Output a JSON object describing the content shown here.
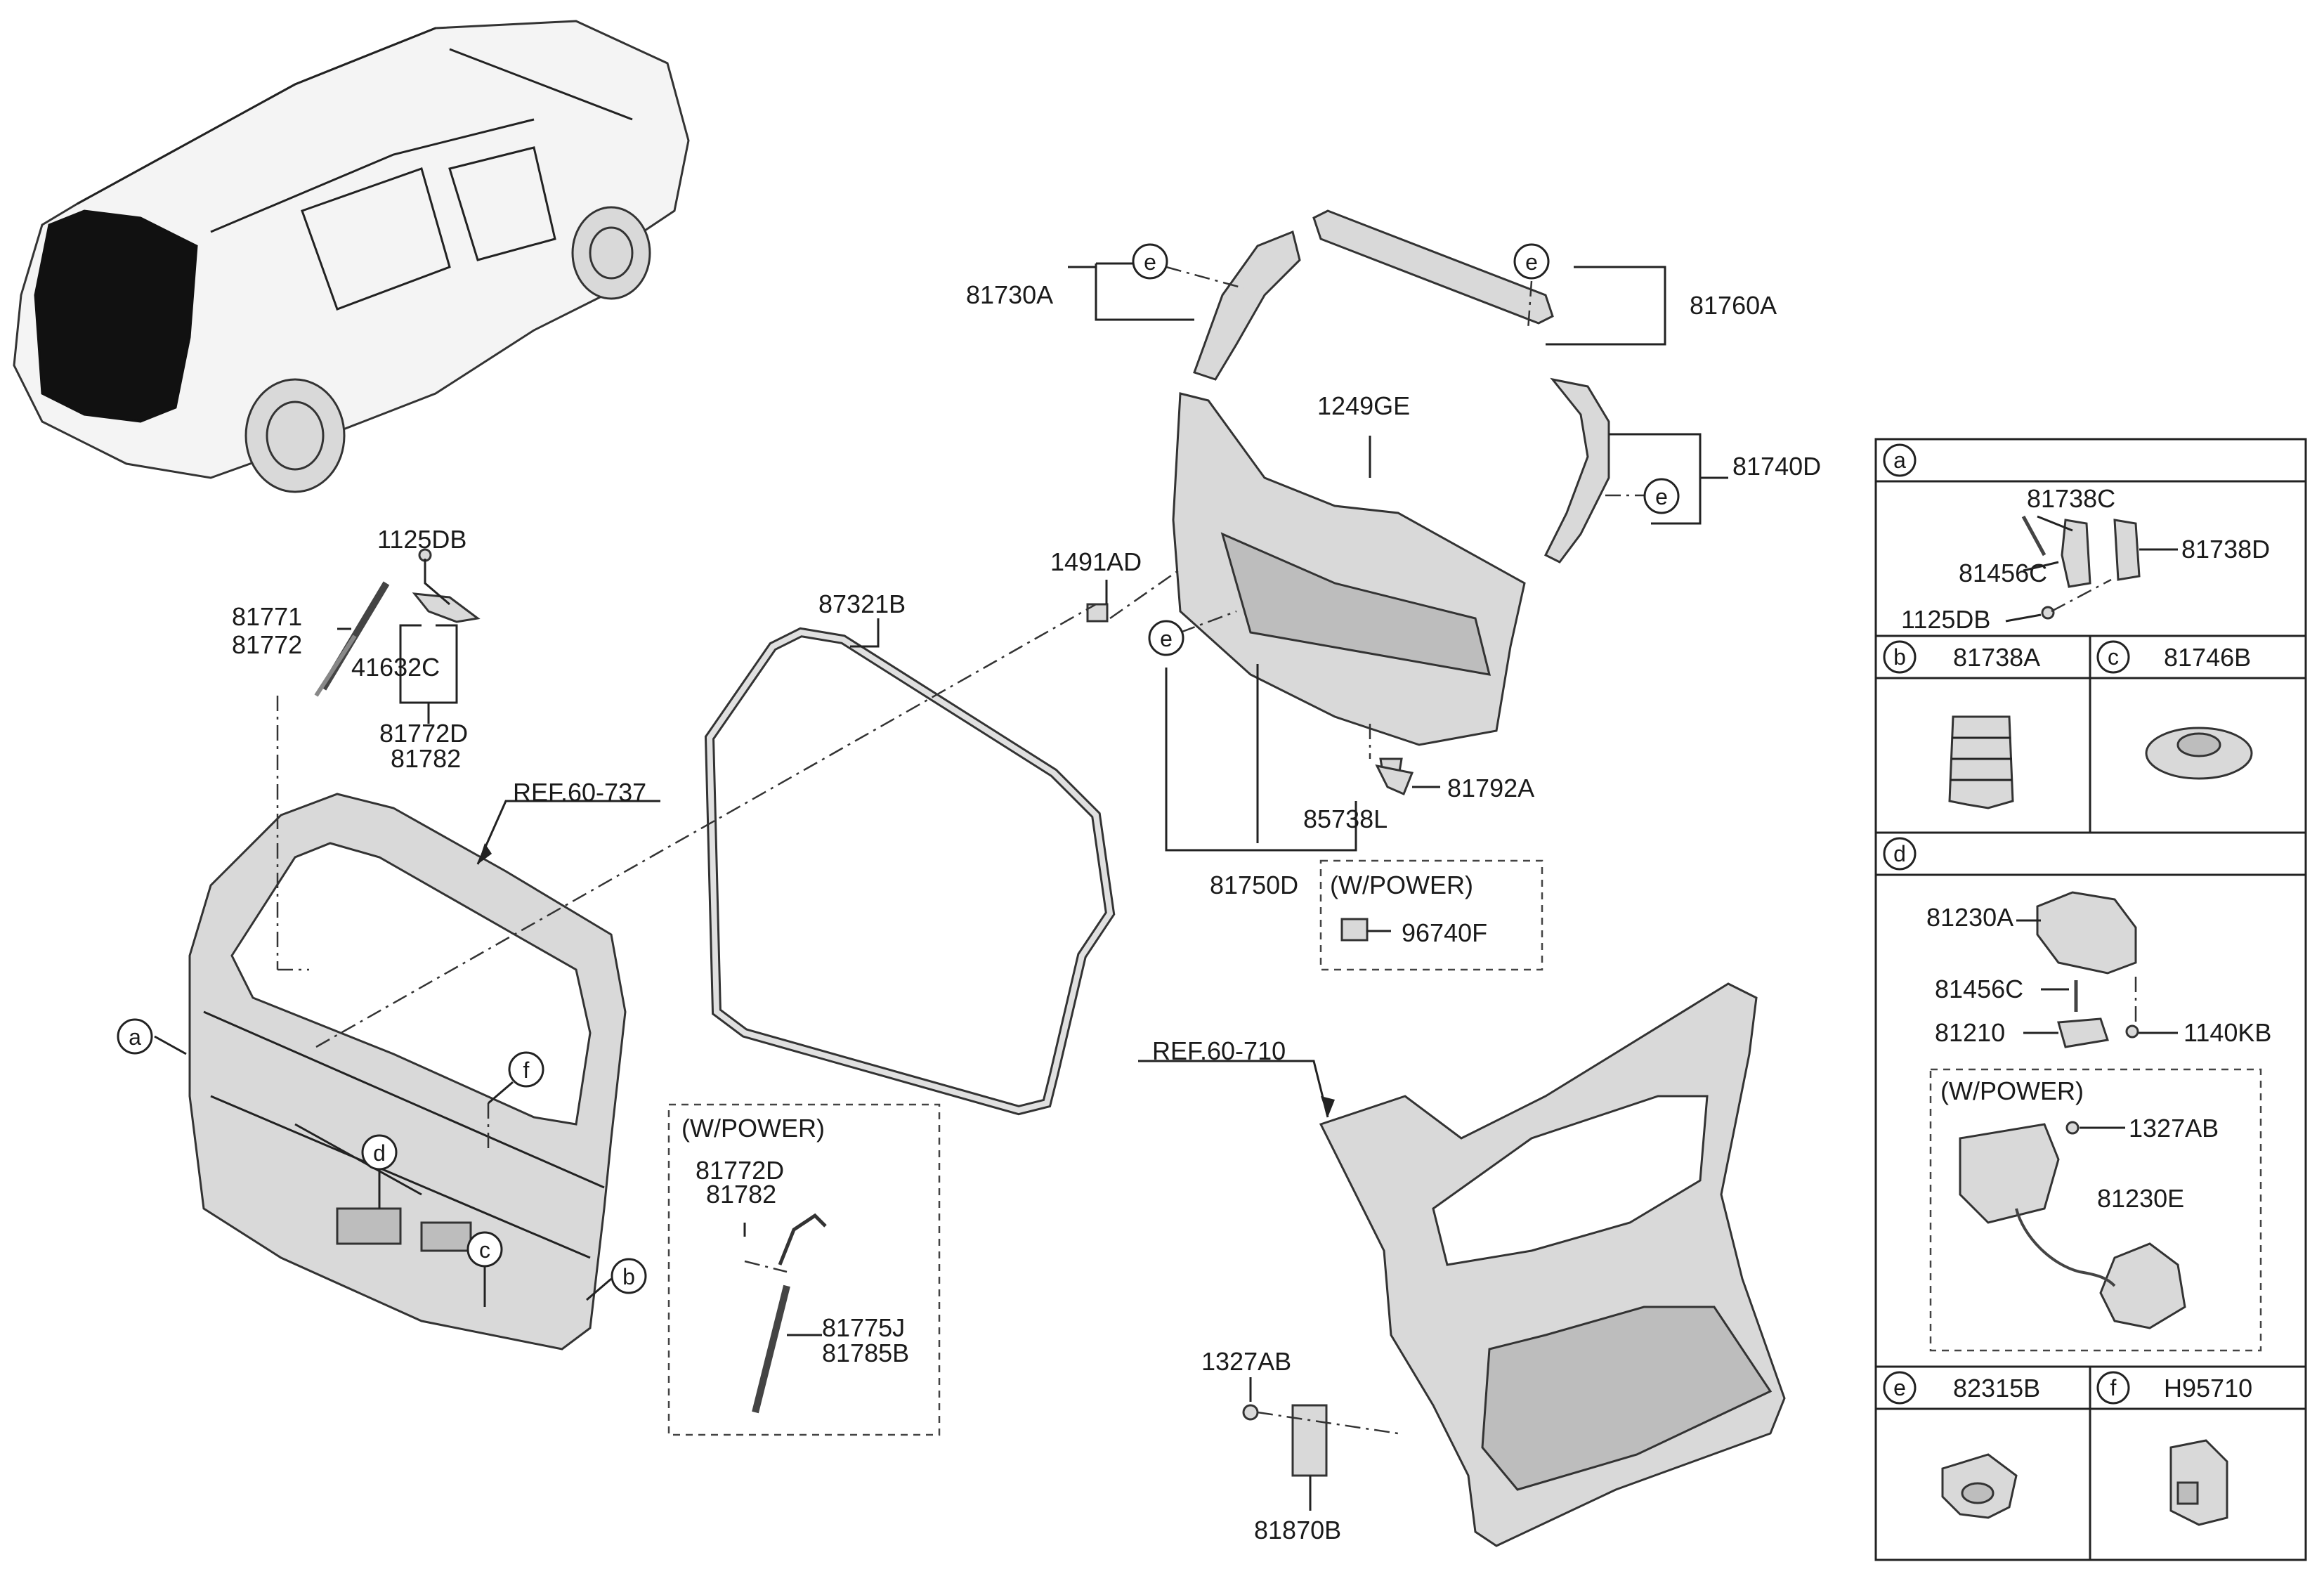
{
  "parts": {
    "p81730A": "81730A",
    "p81760A": "81760A",
    "p1249GE": "1249GE",
    "p81740D": "81740D",
    "p1491AD": "1491AD",
    "p87321B": "87321B",
    "p1125DB": "1125DB",
    "p81771": "81771",
    "p81772": "81772",
    "p41632C": "41632C",
    "p81772D": "81772D",
    "p81782": "81782",
    "ref1": "REF.60-737",
    "ref2": "REF.60-710",
    "p81792A": "81792A",
    "p85738L": "85738L",
    "p81750D": "81750D",
    "wpower1": "(W/POWER)",
    "p96740F": "96740F",
    "wpower2": "(W/POWER)",
    "p81772D_b": "81772D",
    "p81782_b": "81782",
    "p81775J": "81775J",
    "p81785B": "81785B",
    "p1327AB": "1327AB",
    "p81870B": "81870B"
  },
  "callouts": {
    "a": "a",
    "b": "b",
    "c": "c",
    "d": "d",
    "e": "e",
    "f": "f"
  },
  "legend": {
    "a": {
      "letter": "a",
      "p1": "81738C",
      "p2": "81738D",
      "p3": "81456C",
      "p4": "1125DB"
    },
    "b": {
      "letter": "b",
      "title": "81738A"
    },
    "c": {
      "letter": "c",
      "title": "81746B"
    },
    "d": {
      "letter": "d",
      "p1": "81230A",
      "p2": "81456C",
      "p3": "81210",
      "p4": "1140KB",
      "wpower": "(W/POWER)",
      "p5": "1327AB",
      "p6": "81230E"
    },
    "e": {
      "letter": "e",
      "title": "82315B"
    },
    "f": {
      "letter": "f",
      "title": "H95710"
    }
  }
}
